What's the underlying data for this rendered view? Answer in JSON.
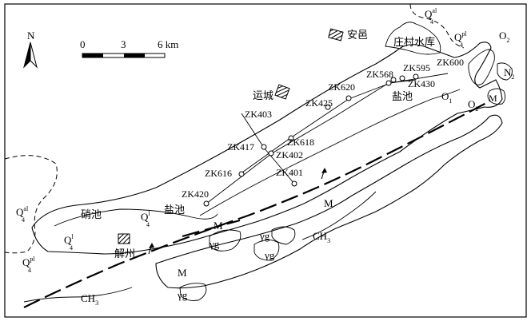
{
  "map": {
    "scale_bar": {
      "ticks": [
        "0",
        "3",
        "6 km"
      ]
    },
    "north_label": "N",
    "towns": {
      "anyi": "安邑",
      "yuncheng": "运城",
      "xiezhou": "解州"
    },
    "water": {
      "reservoir": "庄村水库",
      "salt_lake_east": "盐池",
      "salt_lake_west": "盐池",
      "nitrate_lake": "硝池"
    },
    "wells": {
      "zk403": "ZK403",
      "zk417": "ZK417",
      "zk616": "ZK616",
      "zk420": "ZK420",
      "zk402": "ZK402",
      "zk401": "ZK401",
      "zk618": "ZK618",
      "zk425": "ZK425",
      "zk620": "ZK620",
      "zk568": "ZK568",
      "zk595": "ZK595",
      "zk430": "ZK430",
      "zk600": "ZK600"
    },
    "units": {
      "q": "Q",
      "q_sub": "4",
      "al": "al",
      "pl": "pl",
      "l": "l",
      "m": "M",
      "yg": "γg",
      "ch": "CH",
      "ch_sub": "3",
      "o": "O",
      "o1_sub": "1",
      "o2_sub": "2",
      "n": "N",
      "n2_sub": "2"
    }
  }
}
